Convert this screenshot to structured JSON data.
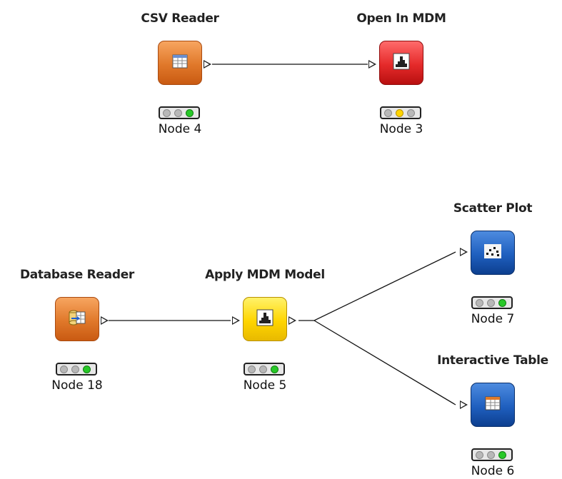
{
  "nodes": {
    "csv_reader": {
      "title": "CSV Reader",
      "label": "Node 4",
      "icon": "table-icon",
      "status": "green"
    },
    "open_in_mdm": {
      "title": "Open In MDM",
      "label": "Node 3",
      "icon": "histogram-icon",
      "status": "yellow"
    },
    "database_reader": {
      "title": "Database Reader",
      "label": "Node 18",
      "icon": "database-icon",
      "status": "green"
    },
    "apply_mdm_model": {
      "title": "Apply MDM Model",
      "label": "Node 5",
      "icon": "histogram-icon",
      "status": "green"
    },
    "scatter_plot": {
      "title": "Scatter Plot",
      "label": "Node 7",
      "icon": "scatter-icon",
      "status": "green"
    },
    "interactive_table": {
      "title": "Interactive Table",
      "label": "Node 6",
      "icon": "table-icon",
      "status": "green"
    }
  },
  "colors": {
    "csv_reader": "#e0782a",
    "open_in_mdm": "#e52a2a",
    "database_reader": "#e0782a",
    "apply_mdm_model": "#ffd500",
    "scatter_plot": "#1f5fbf",
    "interactive_table": "#1f5fbf",
    "status_green": "#28c828",
    "status_yellow": "#ffd400"
  }
}
